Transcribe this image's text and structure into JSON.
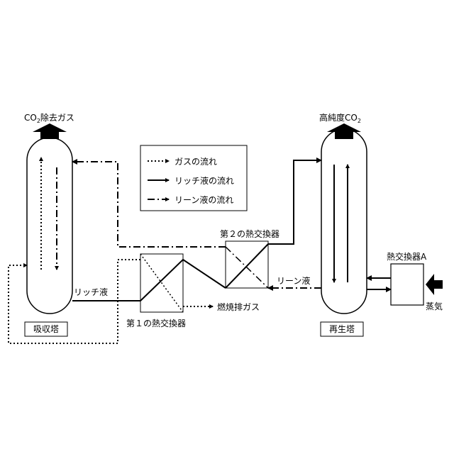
{
  "labels": {
    "co2_removed_prefix": "CO",
    "co2_removed_sub": "2",
    "co2_removed_suffix": "除去ガス",
    "high_purity_prefix": "高純度CO",
    "high_purity_sub": "2",
    "absorber": "吸収塔",
    "regenerator": "再生塔",
    "rich_liquid": "リッチ液",
    "hx1": "第１の熱交換器",
    "hx2": "第２の熱交換器",
    "flue_gas": "燃焼排ガス",
    "lean_liquid": "リーン液",
    "hx_a": "熱交換器A",
    "steam": "蒸気"
  },
  "legend": {
    "items": [
      {
        "line_style": "dotted",
        "label": "ガスの流れ"
      },
      {
        "line_style": "solid",
        "label": "リッチ液の流れ"
      },
      {
        "line_style": "dash-dot",
        "label": "リーン液の流れ"
      }
    ]
  }
}
